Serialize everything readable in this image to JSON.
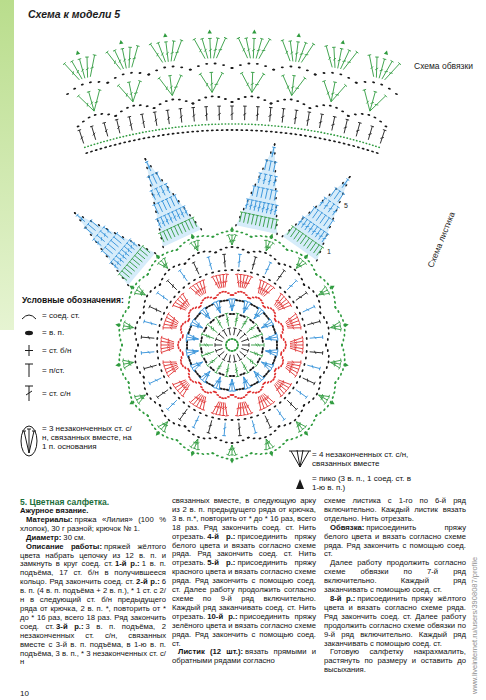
{
  "diagram": {
    "title": "Схема к модели 5",
    "labels": [
      "Схема обвязки",
      "Схема листика",
      "5",
      "1",
      "Условные обозначения:",
      "10",
      "www.liveinternet.ru/users/3908087/profile",
      "5. Цветная салфетка.",
      "Ажурное вязание.",
      "Материалы:",
      "пряжа «Лилия» (100 % хлопок), 30 г разной; крючок № 1.",
      "Диаметр:",
      "30 см.",
      "Описание работы:",
      "пряжей жёлтого цвета набрать цепочку из 12 в. п. и замкнуть в круг соед. ст.",
      "1-й р.:",
      "1 в. п. подъёма, 17 ст. б/н в получившееся кольцо. Ряд закончить соед. ст.",
      "2-й р.:",
      "6 в. п. (4 в. п. подъёма + 2 в. п.), * 1 ст. с 2/н в следующий ст. б/н предыдущего ряда от крючка, 2 в. п. *, повторить от * до * 16 раз, всего 18 раз. Ряд закончить соед. ст.",
      "3-й р.:",
      "3 в. п. подъёма, 2 незаконченных ст. с/н, связанных вместе с 3-й в. п. подъёма, в 1-ю в. п. подъёма, 3 в. п., * 3 незаконченных ст. с/н",
      "связанных вместе, в следующую арку из 2 в. п. предыдущего ряда от крючка, 3 в. п.*, повторить от * до * 16 раз, всего 18 раз. Ряд закончить соед. ст. Нить отрезать.",
      "4-й р.:",
      "присоединить пряжу белого цвета и вязать согласно схеме ряда. Ряд закончить соед. ст. Нить отрезать.",
      "5-й р.:",
      "присоединить пряжу красного цвета и вязать согласно схеме ряда. Ряд закончить с помощью соед. ст. Далее работу продолжить согласно схеме по 9-й ряд включительно. Каждый ряд заканчивать соед. ст. Нить отрезать.",
      "10-й р.:",
      "присоединить пряжу зелёного цвета и вязать согласно схеме ряда. Ряд закончить с помощью соед. ст.",
      "Листик (12 шт.):",
      "вязать прямыми и обратными рядами согласно",
      "схеме листика с 1-го по 6-й ряд включительно. Каждый листик вязать отдельно. Нить отрезать.",
      "Обвязка:",
      "присоединить пряжу белого цвета и вязать согласно схеме ряда. Ряд закончить с помощью соед. ст.",
      "Далее работу продолжить согласно схеме обвязки по 7-й ряд включительно. Каждый ряд заканчивать с помощью соед. ст.",
      "8-й р.:",
      "присоединить пряжу жёлтого цвета и вязать согласно схеме ряда. Ряд закончить соед. ст. Далее работу продолжить согласно схеме обвязки по 9-й ряд включительно. Каждый ряд заканчивать с помощью соед. ст.",
      "Готовую салфетку накрахмалить, растянуть по размеру и оставить до высыхания."
    ],
    "legend": [
      {
        "text": "= соед. ст."
      },
      {
        "text": "= в. п."
      },
      {
        "text": "= ст. б/н"
      },
      {
        "text": "= п/ст."
      },
      {
        "text": "= ст. с/н"
      },
      {
        "text": "= 3 незаконченных ст. с/н, связанных вместе, на 1 п. основания"
      },
      {
        "text": "= 4 незаконченных ст. с/н, связанных вместе"
      },
      {
        "text": "= пико (3 в. п., 1 соед. ст. в 1-ю в. п.)"
      }
    ]
  }
}
